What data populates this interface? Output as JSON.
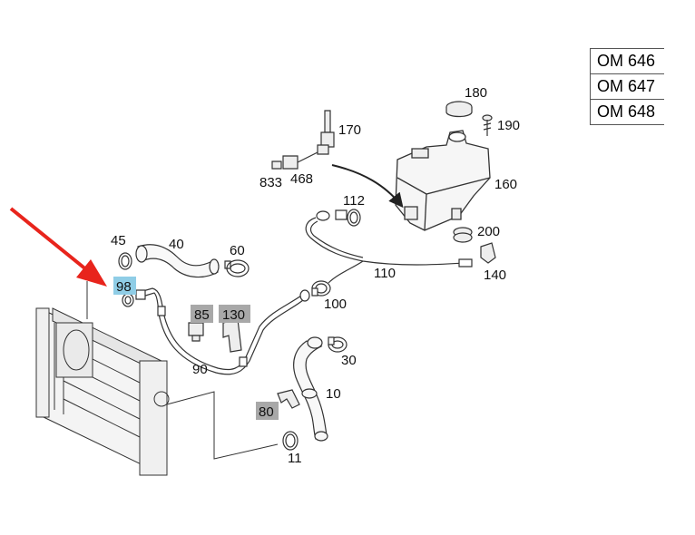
{
  "engines": [
    "OM 646",
    "OM 647",
    "OM 648"
  ],
  "labels": {
    "p180": "180",
    "p190": "190",
    "p170": "170",
    "p160": "160",
    "p468": "468",
    "p833": "833",
    "p112": "112",
    "p200": "200",
    "p140": "140",
    "p110": "110",
    "p100": "100",
    "p45": "45",
    "p40": "40",
    "p60": "60",
    "p98": "98",
    "p85": "85",
    "p130": "130",
    "p90": "90",
    "p30": "30",
    "p10": "10",
    "p80": "80",
    "p11": "11"
  },
  "colors": {
    "pointer_arrow": "#e8241c",
    "highlight_blue": "#8fcde6",
    "highlight_gray": "#a8a8a8",
    "line": "#222222"
  }
}
